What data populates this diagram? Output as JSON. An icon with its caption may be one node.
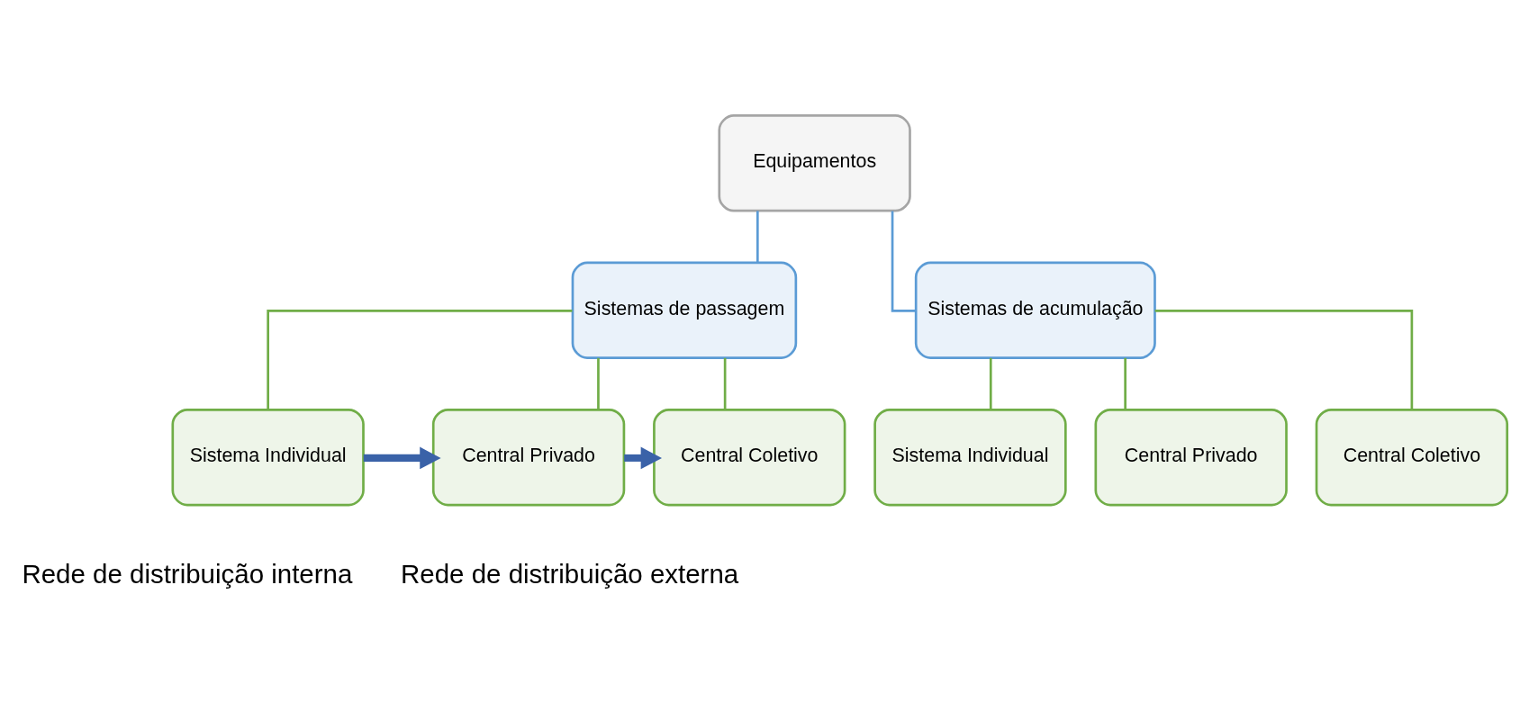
{
  "diagram": {
    "nodes": [
      {
        "text": [
          "Equipamentos"
        ]
      },
      {
        "text": [
          "Sistemas de passagem"
        ]
      },
      {
        "text": [
          "Sistemas de acumulação"
        ]
      },
      {
        "text": [
          "Sistema Individual"
        ]
      },
      {
        "text": [
          "Central Privado"
        ]
      },
      {
        "text": [
          "Central Coletivo"
        ]
      },
      {
        "text": [
          "Sistema Individual"
        ]
      },
      {
        "text": [
          "Central Privado"
        ]
      },
      {
        "text": [
          "Central Coletivo"
        ]
      }
    ],
    "edges": [
      {
        "from": 0,
        "to": 1,
        "arrow": "none",
        "color": "#5b9bd5"
      },
      {
        "from": 0,
        "to": 2,
        "arrow": "none",
        "color": "#5b9bd5"
      },
      {
        "from": 1,
        "to": 3,
        "arrow": "none"
      },
      {
        "from": 1,
        "to": 4,
        "arrow": "none"
      },
      {
        "from": 1,
        "to": 5,
        "arrow": "none"
      },
      {
        "from": 2,
        "to": 6,
        "arrow": "none"
      },
      {
        "from": 2,
        "to": 7,
        "arrow": "none"
      },
      {
        "from": 2,
        "to": 8,
        "arrow": "none"
      },
      {
        "from": 3,
        "to": 4,
        "arrow": "to",
        "style": "thick",
        "color": "#3a62a8"
      },
      {
        "from": 4,
        "to": 5,
        "arrow": "to",
        "style": "thick",
        "color": "#3a62a8"
      }
    ],
    "labels": [
      "Rede de distribuição interna",
      "Rede de distribuição externa"
    ]
  }
}
